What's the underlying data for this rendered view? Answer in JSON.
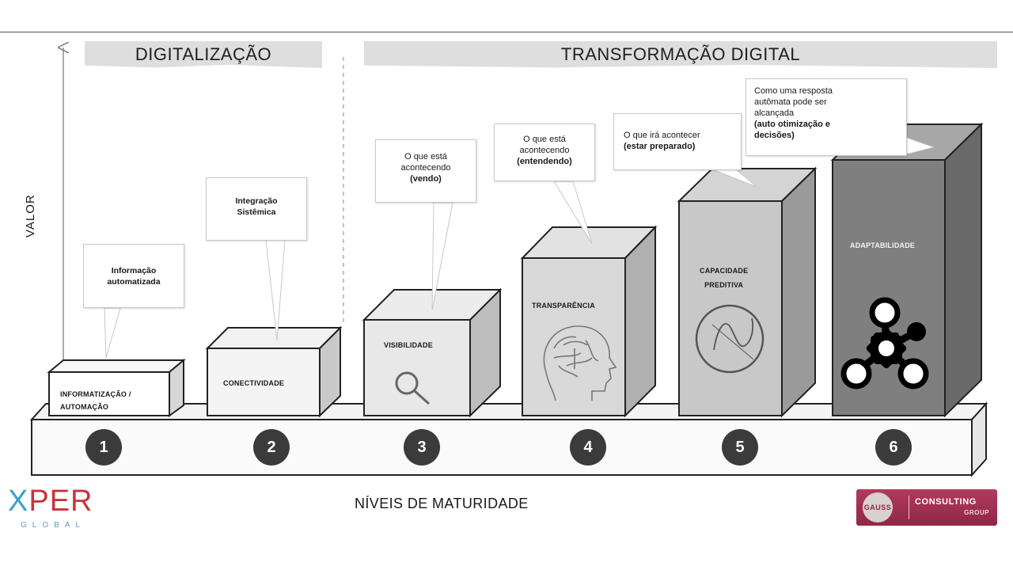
{
  "phases": {
    "digitalizacao": "DIGITALIZAÇÃO",
    "transformacao": "TRANSFORMAÇÃO DIGITAL"
  },
  "axis": {
    "y_label": "VALOR",
    "x_label": "NÍVEIS DE MATURIDADE"
  },
  "levels": [
    {
      "number": "1",
      "label_line1": "INFORMATIZAÇÃO /",
      "label_line2": "AUTOMAÇÃO",
      "callout": [
        "Informação",
        "automatizada"
      ]
    },
    {
      "number": "2",
      "label_line1": "CONECTIVIDADE",
      "label_line2": "",
      "callout": [
        "Integração",
        "Sistêmica"
      ]
    },
    {
      "number": "3",
      "label_line1": "VISIBILIDADE",
      "label_line2": "",
      "icon": "magnifier-icon",
      "callout": [
        "O que está",
        "acontecendo",
        "(vendo)"
      ]
    },
    {
      "number": "4",
      "label_line1": "TRANSPARÊNCIA",
      "label_line2": "",
      "icon": "brain-head-icon",
      "callout": [
        "O que está",
        "acontecendo",
        "(entendendo)"
      ]
    },
    {
      "number": "5",
      "label_line1": "CAPACIDADE",
      "label_line2": "PREDITIVA",
      "icon": "prediction-curve-icon",
      "callout": [
        "O que irá acontecer",
        "(estar preparado)"
      ]
    },
    {
      "number": "6",
      "label_line1": "ADAPTABILIDADE",
      "label_line2": "",
      "icon": "network-gear-icon",
      "callout": [
        "Como uma resposta",
        "autômata pode ser",
        "alcançada",
        "(auto otimização e",
        "decisões)"
      ]
    }
  ],
  "logos": {
    "xper_word": "PER",
    "xper_x": "X",
    "xper_sub": "GLOBAL",
    "gauss_badge": "GAUSS",
    "gauss_title": "CONSULTING",
    "gauss_sub": "GROUP"
  },
  "colors": {
    "block_lightest": "#f6f6f6",
    "block_light": "#d9d9d9",
    "block_mid": "#bdbdbd",
    "block_dark": "#7f7f7f",
    "circle": "#3b3b3b",
    "phase_band": "#dedede"
  }
}
